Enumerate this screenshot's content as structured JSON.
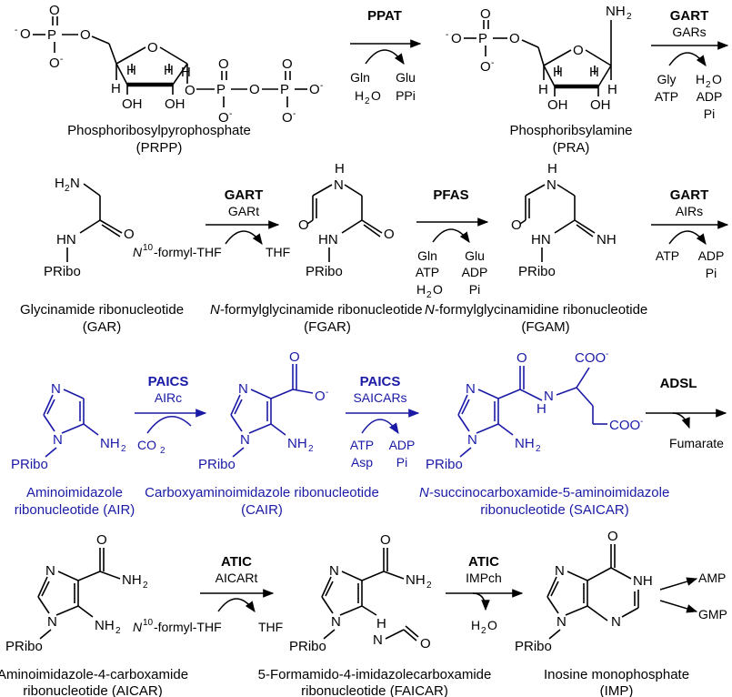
{
  "compounds": {
    "prpp": {
      "name": "Phosphoribosylpyrophosphate",
      "abbr": "(PRPP)"
    },
    "pra": {
      "name": "Phosphoribsylamine",
      "abbr": "(PRA)"
    },
    "gar": {
      "name": "Glycinamide ribonucleotide",
      "abbr": "(GAR)"
    },
    "fgar": {
      "name_prefix": "N",
      "name": "-formylglycinamide ribonucleotide",
      "abbr": "(FGAR)"
    },
    "fgam": {
      "name_prefix": "N",
      "name": "-formylglycinamidine ribonucleotide",
      "abbr": "(FGAM)"
    },
    "air": {
      "name": "Aminoimidazole",
      "abbr": "ribonucleotide (AIR)"
    },
    "cair": {
      "name": "Carboxyaminoimidazole ribonucleotide",
      "abbr": "(CAIR)"
    },
    "saicar": {
      "name_prefix": "N",
      "name": "-succinocarboxamide-5-aminoimidazole",
      "abbr": "ribonucleotide (SAICAR)"
    },
    "aicar": {
      "name": "Aminoimidazole-4-carboxamide",
      "abbr": "ribonucleotide (AICAR)"
    },
    "faicar": {
      "name": "5-Formamido-4-imidazolecarboxamide",
      "abbr": "ribonucleotide (FAICAR)"
    },
    "imp": {
      "name": "Inosine monophosphate",
      "abbr": "(IMP)"
    }
  },
  "reactions": {
    "r1": {
      "enzyme": "PPAT",
      "in1": "Gln",
      "in2": "H",
      "out1": "Glu",
      "out2": "PPi"
    },
    "r2": {
      "enzyme": "GART",
      "sub": "GARs",
      "in1": "Gly",
      "in2": "ATP",
      "out1": "H",
      "out2": "ADP",
      "out3": "Pi"
    },
    "r3": {
      "enzyme": "GART",
      "sub": "GARt",
      "in_prefix": "N",
      "in_sup": "10",
      "in": "-formyl-THF",
      "out": "THF"
    },
    "r4": {
      "enzyme": "PFAS",
      "in1": "Gln",
      "in2": "ATP",
      "in3": "H",
      "out1": "Glu",
      "out2": "ADP",
      "out3": "Pi"
    },
    "r5": {
      "enzyme": "GART",
      "sub": "AIRs",
      "in1": "ATP",
      "out1": "ADP",
      "out2": "Pi"
    },
    "r6": {
      "enzyme": "PAICS",
      "sub": "AIRc",
      "in1": "CO"
    },
    "r7": {
      "enzyme": "PAICS",
      "sub": "SAICARs",
      "in1": "ATP",
      "in2": "Asp",
      "out1": "ADP",
      "out2": "Pi"
    },
    "r8": {
      "enzyme": "ADSL",
      "out1": "Fumarate"
    },
    "r9": {
      "enzyme": "ATIC",
      "sub": "AICARt",
      "in_prefix": "N",
      "in_sup": "10",
      "in": "-formyl-THF",
      "out": "THF"
    },
    "r10": {
      "enzyme": "ATIC",
      "sub": "IMPch",
      "out1": "H"
    }
  },
  "products": {
    "amp": "AMP",
    "gmp": "GMP"
  },
  "atoms": {
    "o": "O",
    "p": "P",
    "h": "H",
    "oh": "OH",
    "nh2": "NH",
    "nh": "NH",
    "hn": "HN",
    "h2n": "H",
    "n": "N",
    "pribo": "PRibo",
    "coo": "COO",
    "oneg": "O",
    "minus": "-",
    "two": "2"
  },
  "colors": {
    "black": "#000000",
    "blue": "#1a1aa6"
  }
}
